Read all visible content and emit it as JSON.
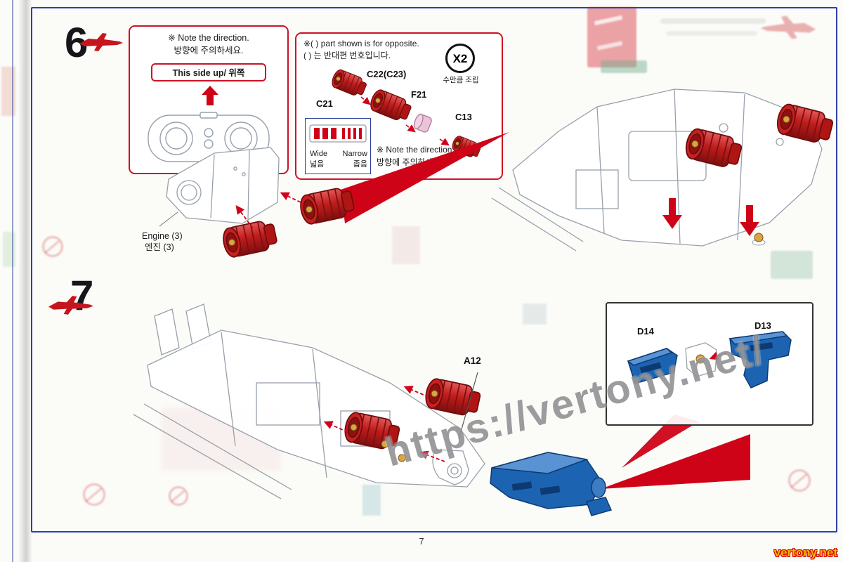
{
  "page": {
    "number": "7",
    "watermark_url": "https://vertony.net/",
    "corner_brand": "vertony.net"
  },
  "colors": {
    "frame_blue": "#2e41a0",
    "note_red": "#cc1326",
    "arrow_red": "#cf0318",
    "part_red": "#c21a1a",
    "part_blue": "#1c64b2",
    "watermark_gray": "#55555a",
    "brand_yellow": "#f7b500"
  },
  "step6": {
    "number": "6",
    "direction_note": {
      "en": "※ Note the direction.",
      "kr": "방향에 주의하세요."
    },
    "side_up_label": "This side up/ 위쪽",
    "opposite_note": {
      "en": "※(    ) part shown is for opposite.",
      "kr": "(    ) 는 반대편 번호입니다."
    },
    "multiplier": {
      "label": "X2",
      "caption": "수만큼 조립"
    },
    "parts": {
      "c21": "C21",
      "c22": "C22(C23)",
      "f21": "F21",
      "c13": "C13"
    },
    "width_labels": {
      "wide_en": "Wide",
      "wide_kr": "넓음",
      "narrow_en": "Narrow",
      "narrow_kr": "좁음"
    },
    "engine_label": {
      "en": "Engine (3)",
      "kr": "엔진 (3)"
    }
  },
  "step7": {
    "number": "7",
    "parts": {
      "a12": "A12",
      "d14": "D14",
      "d13": "D13"
    }
  }
}
